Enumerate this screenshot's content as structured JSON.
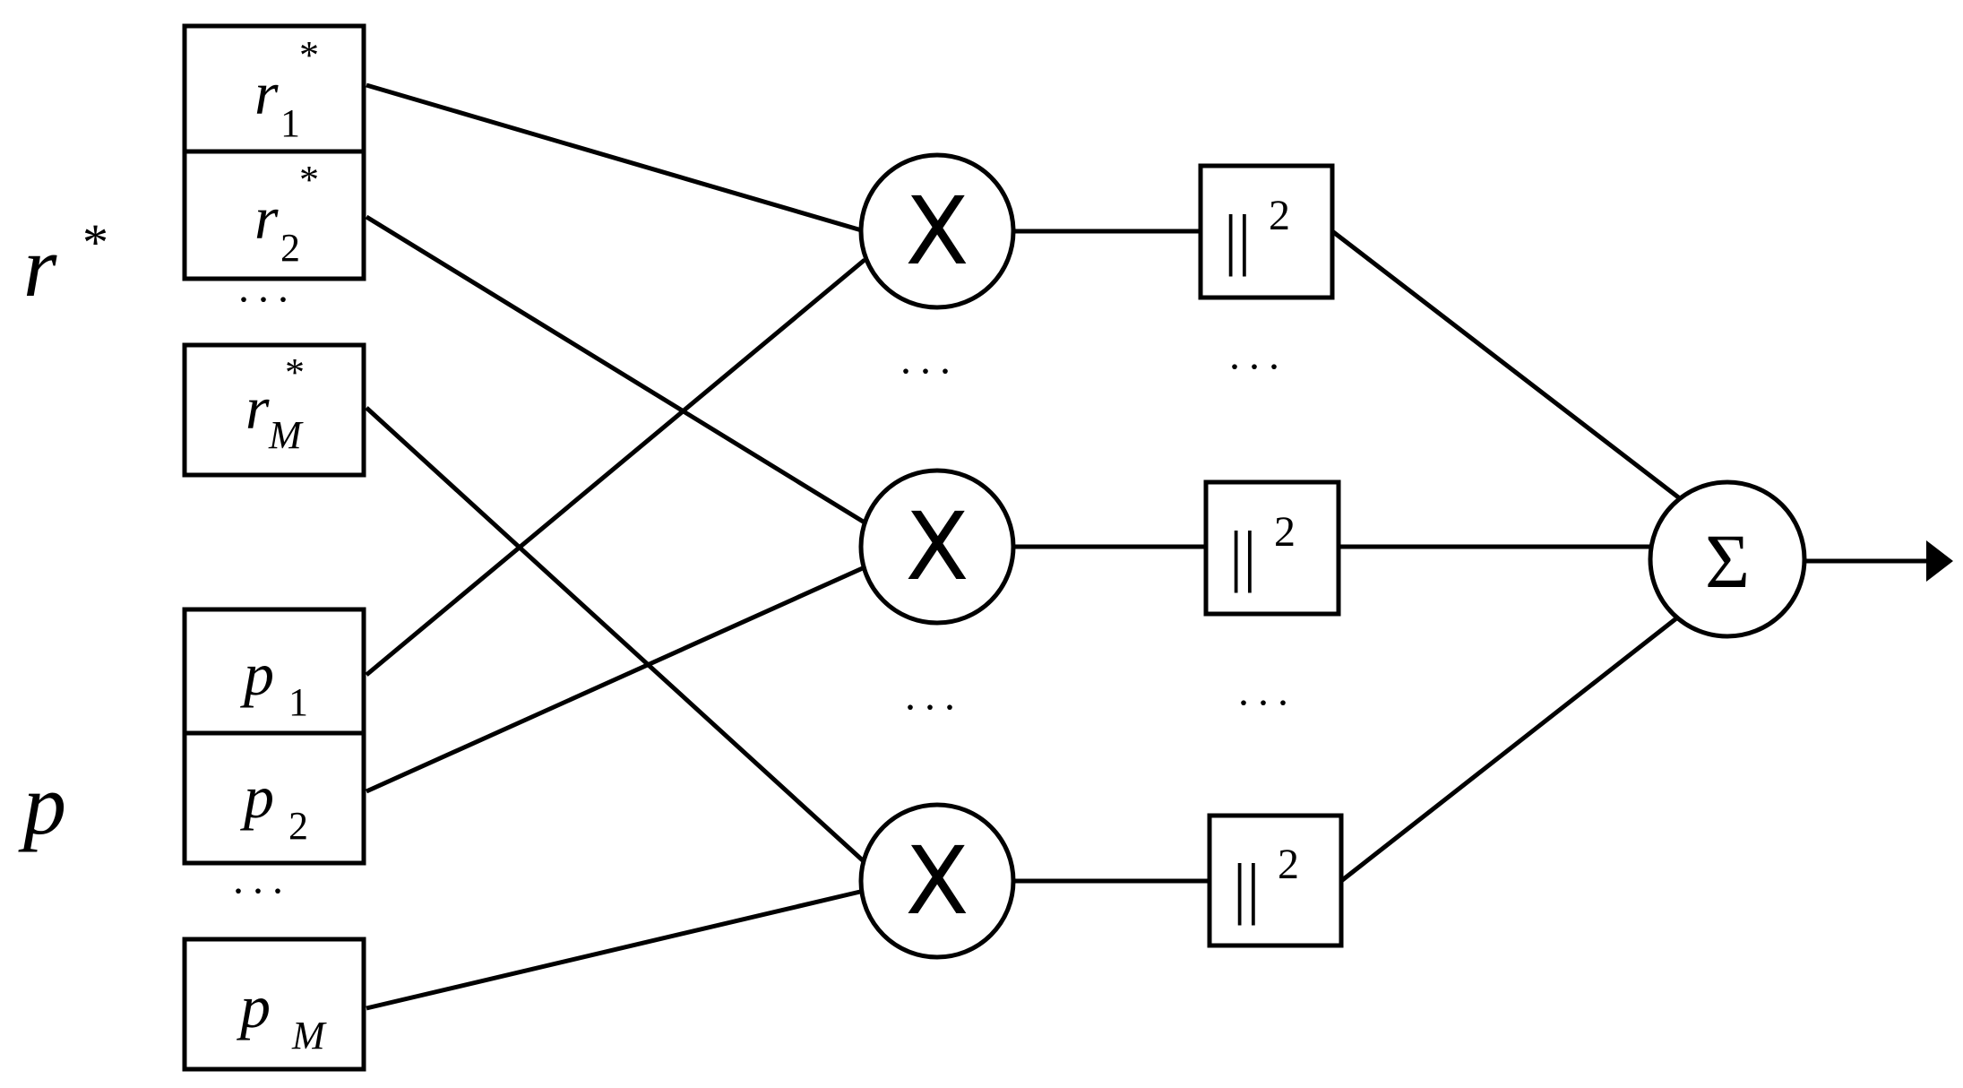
{
  "labels": {
    "r_group": "r",
    "r_group_sup": "*",
    "p_group": "p"
  },
  "r_cells": [
    {
      "base": "r",
      "sup": "*",
      "sub": "1"
    },
    {
      "base": "r",
      "sup": "*",
      "sub": "2"
    },
    {
      "base": "r",
      "sup": "*",
      "sub": "M"
    }
  ],
  "p_cells": [
    {
      "base": "p",
      "sub": "1"
    },
    {
      "base": "p",
      "sub": "2"
    },
    {
      "base": "p",
      "sub": "M"
    }
  ],
  "ellipsis": "···",
  "multiplier_symbol": "X",
  "magnitude_symbol": "||",
  "magnitude_exponent": "2",
  "sum_symbol": "Σ",
  "colors": {
    "stroke": "#000000",
    "background": "#ffffff"
  }
}
